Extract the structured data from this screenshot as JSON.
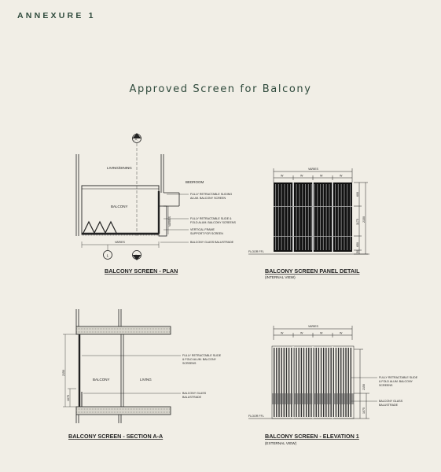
{
  "header": {
    "annexure": "ANNEXURE 1",
    "title": "Approved Screen for Balcony"
  },
  "plan": {
    "caption": "BALCONY SCREEN - PLAN",
    "marker": "A",
    "grid_marker": "1",
    "room_living": "LIVING/DINING",
    "room_bedroom": "BEDROOM",
    "room_balcony": "BALCONY",
    "dim_varies": "VARIES",
    "dim_side": "VARIES",
    "note1": "FULLY RETRACTABLE SLIDING",
    "note1b": "ALUM. BALCONY SCREEN",
    "note2": "FULLY RETRACTABLE SLIDE &",
    "note2b": "FOLD ALUM. BALCONY SCREENS",
    "note3": "VERTICAL FRAME",
    "note3b": "SUPPORT FOR SCREEN",
    "note4": "BALCONY GLASS BALUSTRADE"
  },
  "panel": {
    "caption": "BALCONY SCREEN PANEL DETAIL",
    "subcaption": "(INTERNAL VIEW)",
    "dim_varies": "VARIES",
    "sub_dim": "W",
    "right_dims": [
      "600",
      "1175",
      "2150",
      "650",
      "50"
    ],
    "ffl": "FLOOR FFL"
  },
  "section": {
    "caption": "BALCONY SCREEN - SECTION A-A",
    "room_balcony": "BALCONY",
    "room_living": "LIVING",
    "dim_height": "2150",
    "dim_low": "1075",
    "note1": "FULLY RETRACTABLE SLIDE",
    "note1b": "& FOLD ALUM. BALCONY",
    "note1c": "SCREENS",
    "note2": "BALCONY GLASS",
    "note2b": "BALUSTRADE"
  },
  "elevation": {
    "caption": "BALCONY SCREEN - ELEVATION 1",
    "subcaption": "(EXTERNAL VIEW)",
    "dim_varies": "VARIES",
    "sub_dim": "W",
    "right_dims": [
      "2150",
      "1075"
    ],
    "ffl": "FLOOR FFL",
    "note1": "FULLY RETRACTABLE SLIDE",
    "note1b": "& FOLD ALUM. BALCONY",
    "note1c": "SCREENS",
    "note2": "BALCONY GLASS",
    "note2b": "BALUSTRADE"
  }
}
